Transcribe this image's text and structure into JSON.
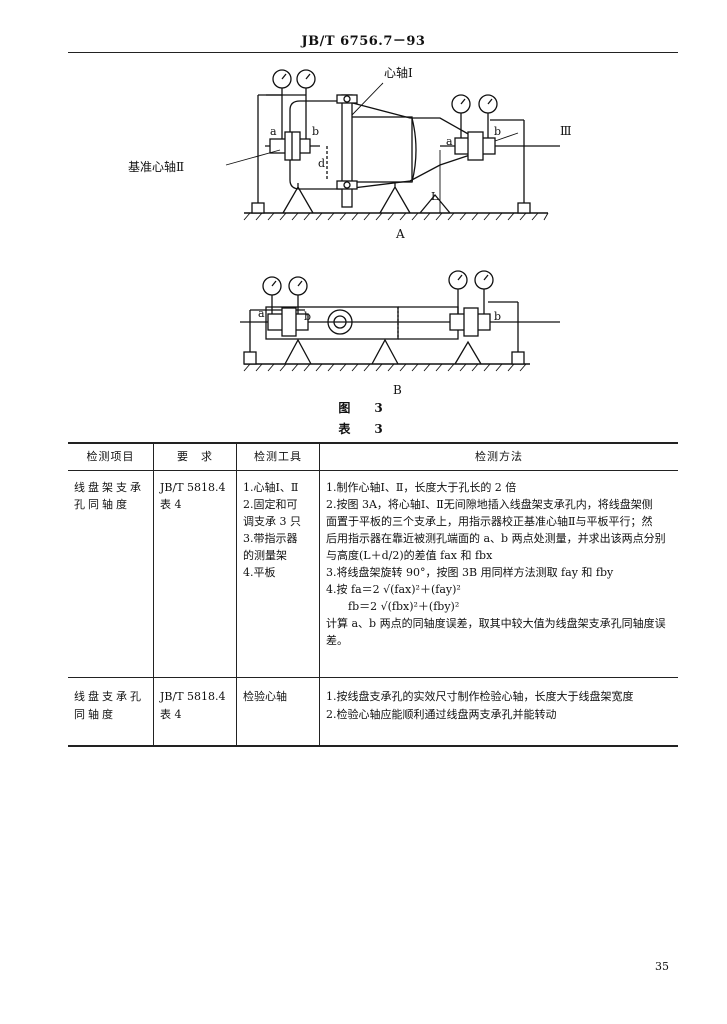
{
  "header": {
    "standard_code": "JB/T 6756.7－93"
  },
  "figure": {
    "view_a": {
      "label_mandrel_i": "心轴Ⅰ",
      "label_datum_mandrel": "基准心轴Ⅱ",
      "label_iii": "Ⅲ",
      "label_a_left": "a",
      "label_b_left": "b",
      "label_a_right": "a",
      "label_b_right": "b",
      "label_d": "d",
      "label_L": "L",
      "caption": "A"
    },
    "view_b": {
      "label_a": "a",
      "label_b_left": "b",
      "label_b_right": "b",
      "caption": "B"
    },
    "figure_caption": "图　3",
    "table_caption": "表　3"
  },
  "table": {
    "headers": [
      "检测项目",
      "要　求",
      "检测工具",
      "检测方法"
    ],
    "rows": [
      {
        "item": [
          "线盘架支承",
          "孔同轴度"
        ],
        "requirement": [
          "JB/T 5818.4",
          "表 4"
        ],
        "tools": [
          "1.心轴Ⅰ、Ⅱ",
          "2.固定和可",
          "调支承 3 只",
          "3.带指示器",
          "的测量架",
          "4.平板"
        ],
        "method_lines": [
          "1.制作心轴Ⅰ、Ⅱ，长度大于孔长的 2 倍",
          "2.按图 3A，将心轴Ⅰ、Ⅱ无间隙地插入线盘架支承孔内，将线盘架侧",
          "面置于平板的三个支承上，用指示器校正基准心轴Ⅱ与平板平行；然",
          "后用指示器在靠近被测孔端面的 a、b 两点处测量，并求出该两点分别",
          "与高度(L＋d/2)的差值 fax 和 fbx",
          "3.将线盘架旋转 90°，按图 3B 用同样方法测取 fay 和 fby",
          "4.按 fa＝2 √(fax)²＋(fay)²",
          "fb＝2 √(fbx)²＋(fby)²",
          "计算 a、b 两点的同轴度误差，取其中较大值为线盘架支承孔同轴度误",
          "差。"
        ]
      },
      {
        "item": [
          "线盘支承孔",
          "同轴度"
        ],
        "requirement": [
          "JB/T 5818.4",
          "表 4"
        ],
        "tools": [
          "检验心轴"
        ],
        "method_lines": [
          "1.按线盘支承孔的实效尺寸制作检验心轴，长度大于线盘架宽度",
          "2.检验心轴应能顺利通过线盘两支承孔并能转动"
        ]
      }
    ]
  },
  "page_number": "35"
}
